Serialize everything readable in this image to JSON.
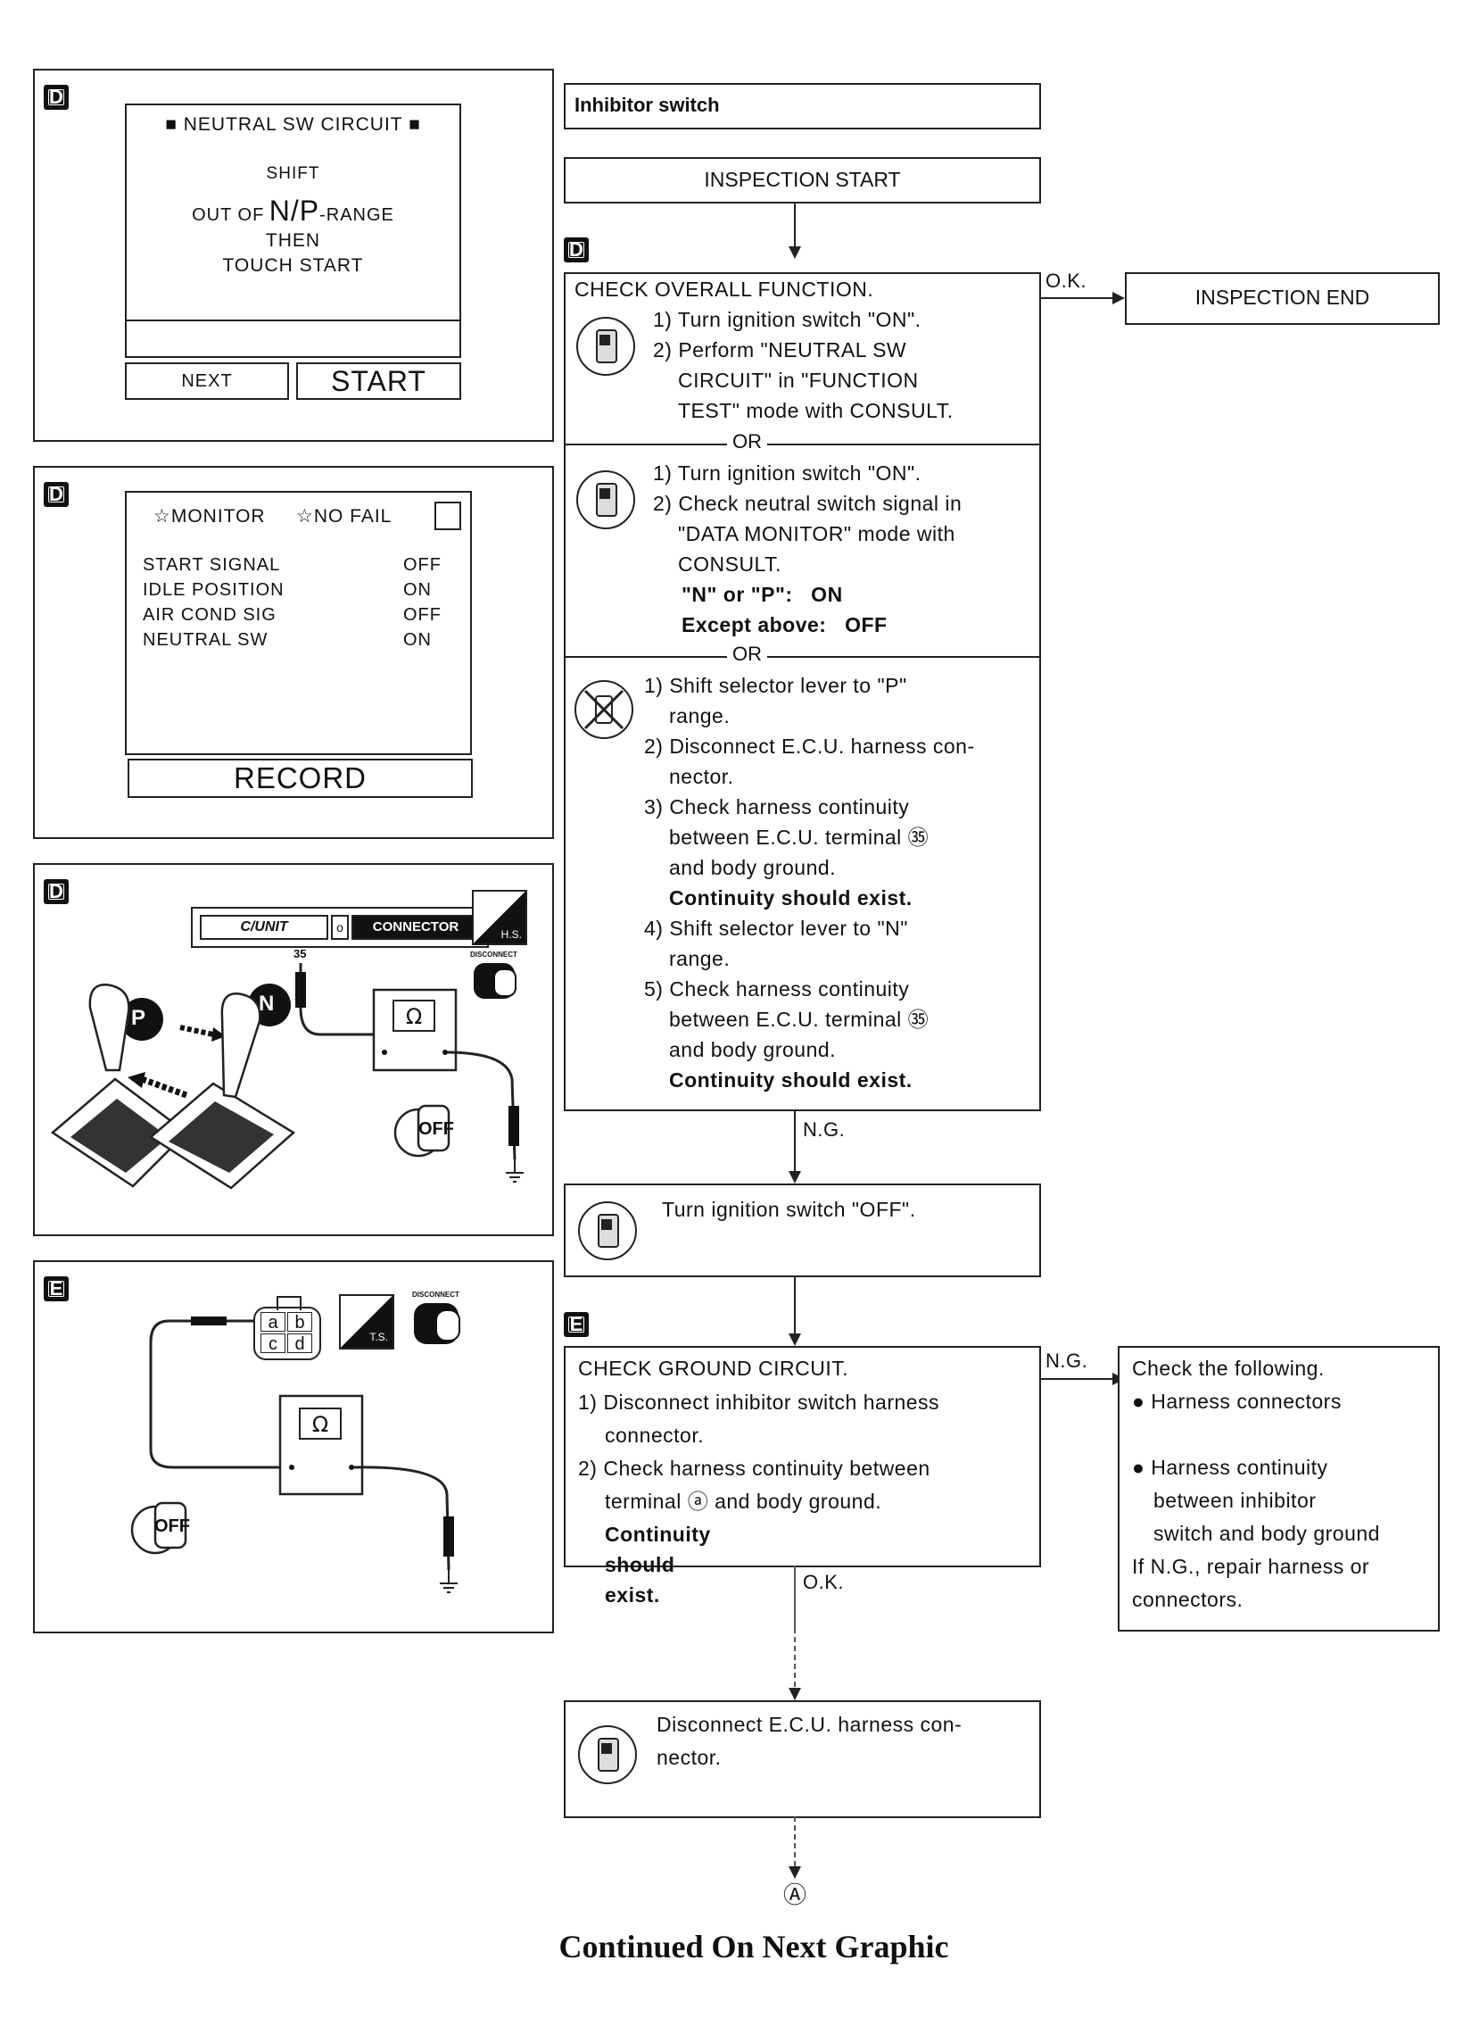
{
  "left_panels": {
    "panel1": {
      "badge": "D",
      "title": "■ NEUTRAL SW CIRCUIT ■",
      "line1": "SHIFT",
      "line2_prefix": "OUT OF",
      "line2_big": "N/P",
      "line2_suffix": "-RANGE",
      "line3": "THEN",
      "line4": "TOUCH START",
      "btn_next": "NEXT",
      "btn_start": "START"
    },
    "panel2": {
      "badge": "D",
      "monitor": "☆MONITOR",
      "nofail": "☆NO FAIL",
      "rows": [
        {
          "name": "START SIGNAL",
          "value": "OFF"
        },
        {
          "name": "IDLE POSITION",
          "value": "ON"
        },
        {
          "name": "AIR COND SIG",
          "value": "OFF"
        },
        {
          "name": "NEUTRAL SW",
          "value": "ON"
        }
      ],
      "btn_record": "RECORD"
    },
    "panel3": {
      "badge": "D",
      "connector_label": "C/UNIT",
      "connector_label2": "CONNECTOR",
      "terminal": "35",
      "p_label": "P",
      "n_label": "N",
      "ohm": "Ω",
      "off": "OFF",
      "hs": "H.S.",
      "disconnect": "DISCONNECT"
    },
    "panel4": {
      "badge": "E",
      "terms": [
        "a",
        "b",
        "c",
        "d"
      ],
      "ohm": "Ω",
      "off": "OFF",
      "ts": "T.S.",
      "disconnect": "DISCONNECT"
    }
  },
  "flow": {
    "title": "Inhibitor switch",
    "start": "INSPECTION START",
    "badge_d": "D",
    "badge_e": "E",
    "check1": {
      "heading": "CHECK OVERALL FUNCTION.",
      "a_lines": [
        "1) Turn ignition switch \"ON\".",
        "2) Perform \"NEUTRAL SW",
        "CIRCUIT\" in \"FUNCTION",
        "TEST\" mode with CONSULT."
      ],
      "or1": "OR",
      "b_lines": [
        "1) Turn ignition switch \"ON\".",
        "2) Check neutral switch signal in",
        "\"DATA MONITOR\" mode with",
        "CONSULT."
      ],
      "b_bold1": "\"N\" or \"P\":   ON",
      "b_bold2": "Except above:   OFF",
      "or2": "OR",
      "c_lines": [
        "1) Shift selector lever to \"P\"",
        "range.",
        "2) Disconnect E.C.U. harness con-",
        "nector.",
        "3) Check harness continuity",
        "between E.C.U. terminal ㉟",
        "and body ground."
      ],
      "c_bold1": "Continuity should exist.",
      "c_lines2": [
        "4) Shift selector lever to \"N\"",
        "range.",
        "5) Check harness continuity",
        "between E.C.U. terminal ㉟",
        "and body ground."
      ],
      "c_bold2": "Continuity should exist."
    },
    "ok1": "O.K.",
    "end": "INSPECTION END",
    "ng1": "N.G.",
    "step_off": "Turn ignition switch \"OFF\".",
    "check2": {
      "heading": "CHECK GROUND CIRCUIT.",
      "lines": [
        "1) Disconnect inhibitor switch harness",
        "connector.",
        "2) Check harness continuity between",
        "terminal ⓐ and body ground."
      ],
      "bold": "Continuity should exist."
    },
    "ng2": "N.G.",
    "check_following": {
      "heading": "Check the following.",
      "lines": [
        "● Harness connectors",
        "",
        "● Harness continuity",
        "between inhibitor",
        "switch and body ground",
        "If N.G., repair harness or",
        "connectors."
      ]
    },
    "ok2": "O.K.",
    "step_disc": [
      "Disconnect E.C.U. harness con-",
      "nector."
    ],
    "connector_a": "Ⓐ",
    "footer": "Continued On Next Graphic"
  }
}
